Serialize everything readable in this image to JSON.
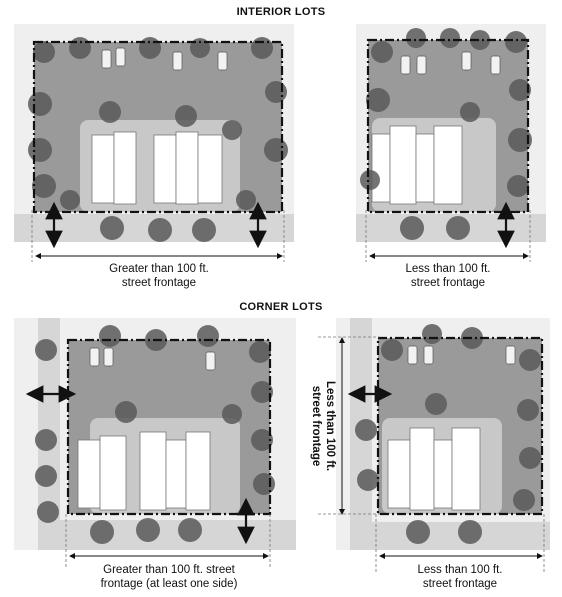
{
  "sections": {
    "interior_title": "INTERIOR LOTS",
    "corner_title": "CORNER LOTS"
  },
  "captions": {
    "interior_large_line1": "Greater than 100 ft.",
    "interior_large_line2": "street frontage",
    "interior_small_line1": "Less than 100 ft.",
    "interior_small_line2": "street frontage",
    "corner_large_line1": "Greater than 100 ft. street",
    "corner_large_line2": "frontage (at least one side)",
    "corner_small_line1": "Less than 100 ft.",
    "corner_small_line2": "street frontage",
    "corner_vertical_line1": "Less than 100 ft.",
    "corner_vertical_line2": "street frontage"
  },
  "colors": {
    "parking": "#9a9a9a",
    "sidewalk": "#dcdcdc",
    "tree": "#5a5a5a",
    "building": "#ffffff",
    "boundary": "#111111"
  }
}
